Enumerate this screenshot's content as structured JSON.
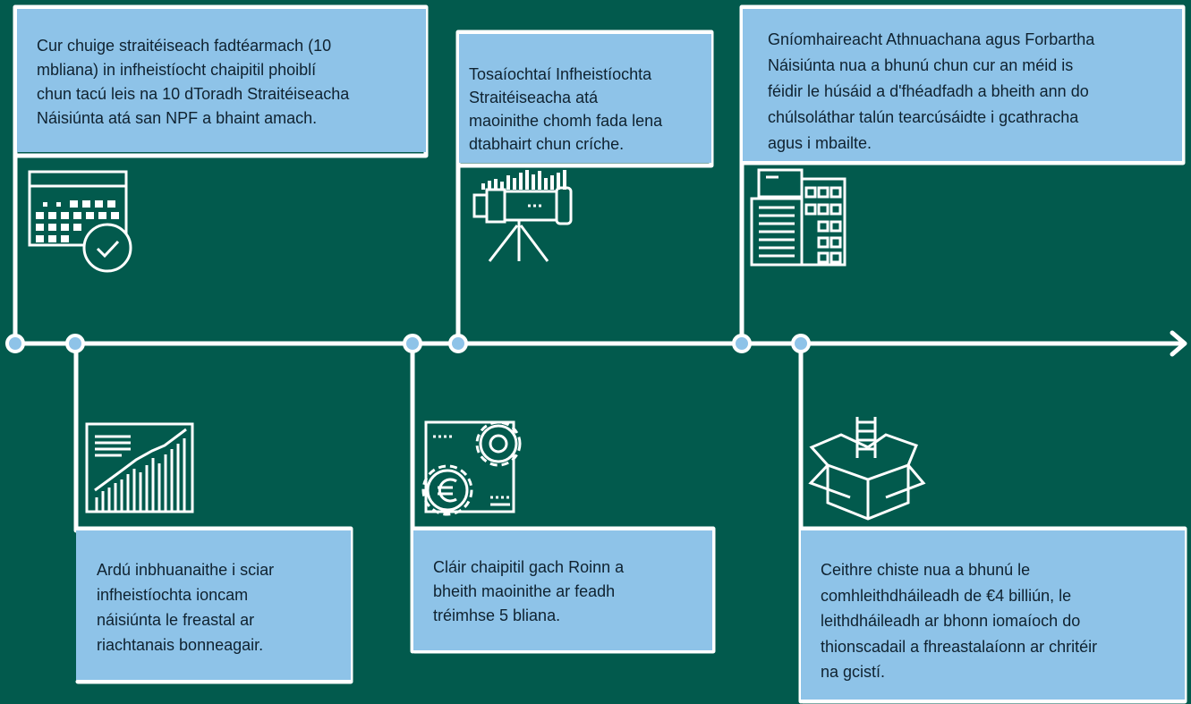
{
  "boxes": [
    {
      "lines": [
        "Cur chuige straitéiseach fadtéarmach (10",
        "mbliana) in infheistíocht chaipitil phoiblí",
        "chun tacú leis na 10 dToradh Straitéiseacha",
        "Náisiúnta atá san NPF a bhaint amach."
      ]
    },
    {
      "lines": [
        "Tosaíochtaí Infheistíochta",
        "Straitéiseacha atá",
        "maoinithe chomh fada lena",
        "dtabhairt chun críche."
      ]
    },
    {
      "lines": [
        "Gníomhaireacht Athnuachana agus Forbartha",
        "Náisiúnta nua a bhunú chun cur an méid is",
        "féidir le húsáid a d'fhéadfadh a bheith ann do",
        "chúlsoláthar talún tearcúsáidte i gcathracha",
        "agus i mbailte."
      ]
    },
    {
      "lines": [
        "Ardú inbhuanaithe i sciar",
        "infheistíochta ioncam",
        "náisiúnta le freastal ar",
        "riachtanais bonneagair."
      ]
    },
    {
      "lines": [
        "Cláir chaipitil gach Roinn a",
        "bheith maoinithe ar feadh",
        "tréimhse 5 bliana."
      ]
    },
    {
      "lines": [
        "Ceithre chiste nua a bhunú le",
        "comhleithdháileadh de €4 billiún, le",
        "leithdháileadh ar bhonn iomaíoch do",
        "thionscadail a fhreastalaíonn ar chritéir",
        "na gcistí."
      ]
    }
  ],
  "icons": {
    "calendar": "calendar-check-icon",
    "telescope": "telescope-icon",
    "buildings": "office-buildings-icon",
    "chart": "growth-chart-icon",
    "gears": "gears-euro-icon",
    "box": "open-box-icon"
  },
  "colors": {
    "background": "#025a4d",
    "box_fill": "#8ec3e8",
    "line": "#ffffff",
    "dot": "#8ec3e8",
    "text": "#0f2230"
  }
}
